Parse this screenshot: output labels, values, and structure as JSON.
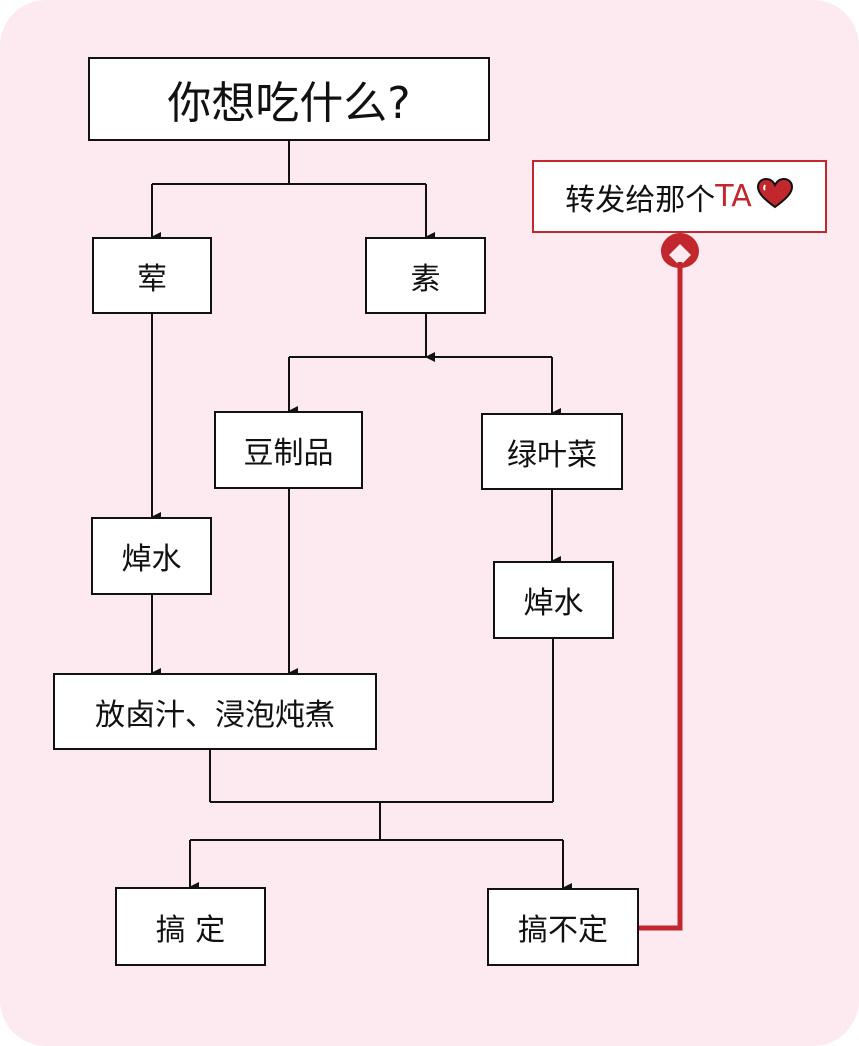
{
  "flowchart": {
    "title": "你想吃什么?",
    "meat": "荤",
    "veg": "素",
    "tofu": "豆制品",
    "greens": "绿叶菜",
    "blanch_meat": "焯水",
    "blanch_greens": "焯水",
    "braise": "放卤汁、浸泡炖煮",
    "done": "搞 定",
    "not_done": "搞不定",
    "share_prefix": "转发给那个",
    "share_ta": "TA"
  },
  "colors": {
    "background": "#fceaf0",
    "line": "#111111",
    "accent": "#c1272d"
  },
  "icons": [
    "heart-icon",
    "arrow-head-icon"
  ]
}
